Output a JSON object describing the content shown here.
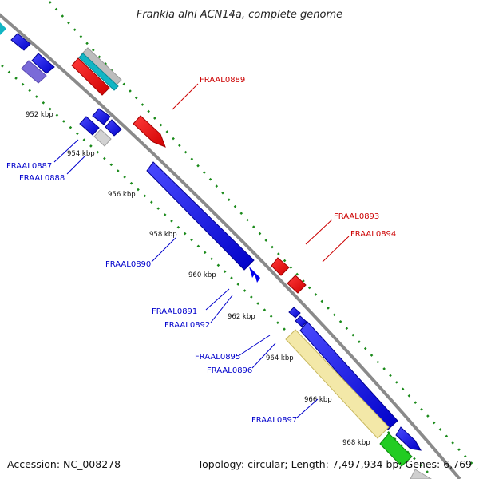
{
  "title": "Frankia alni ACN14a, complete genome",
  "footer": {
    "accession": "Accession: NC_008278",
    "summary": "Topology: circular; Length: 7,497,934 bp; Genes: 6,769"
  },
  "colors": {
    "backbone": "#8a8a8a",
    "forward_gene": "#0000ee",
    "reverse_gene": "#ee0000",
    "label_forward": "#0000cc",
    "label_reverse": "#cc0000",
    "grid_dots": "#1a8a1a"
  },
  "ticks": [
    "952 kbp",
    "954 kbp",
    "956 kbp",
    "958 kbp",
    "960 kbp",
    "962 kbp",
    "964 kbp",
    "966 kbp",
    "968 kbp"
  ],
  "gene_labels": {
    "FRAAL0887": "FRAAL0887",
    "FRAAL0888": "FRAAL0888",
    "FRAAL0889": "FRAAL0889",
    "FRAAL0890": "FRAAL0890",
    "FRAAL0891": "FRAAL0891",
    "FRAAL0892": "FRAAL0892",
    "FRAAL0893": "FRAAL0893",
    "FRAAL0894": "FRAAL0894",
    "FRAAL0895": "FRAAL0895",
    "FRAAL0896": "FRAAL0896",
    "FRAAL0897": "FRAAL0897"
  }
}
